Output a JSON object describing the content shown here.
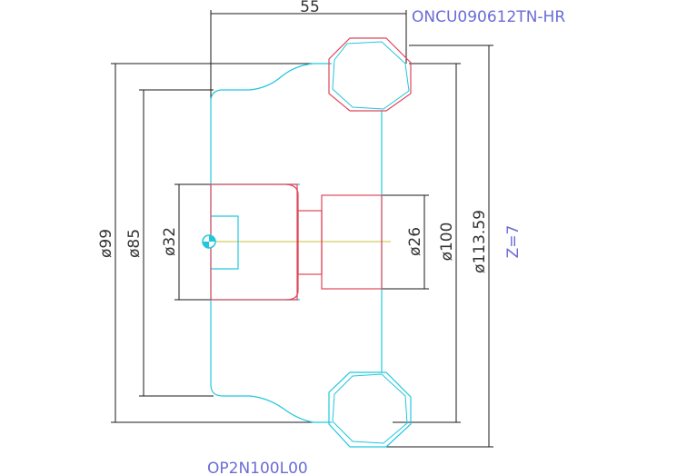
{
  "labels": {
    "insert_code": "ONCU090612TN-HR",
    "body_code": "OP2N100L00",
    "teeth": "Z=7"
  },
  "dimensions": {
    "width": "55",
    "d99": "ø99",
    "d85": "ø85",
    "d32": "ø32",
    "d26": "ø26",
    "d100": "ø100",
    "d113": "ø113.59"
  },
  "colors": {
    "cyan": "#22c7de",
    "red": "#e0465a",
    "dim": "#1a1a1a",
    "label": "#6b6bd8",
    "axis": "#c9c23a"
  }
}
